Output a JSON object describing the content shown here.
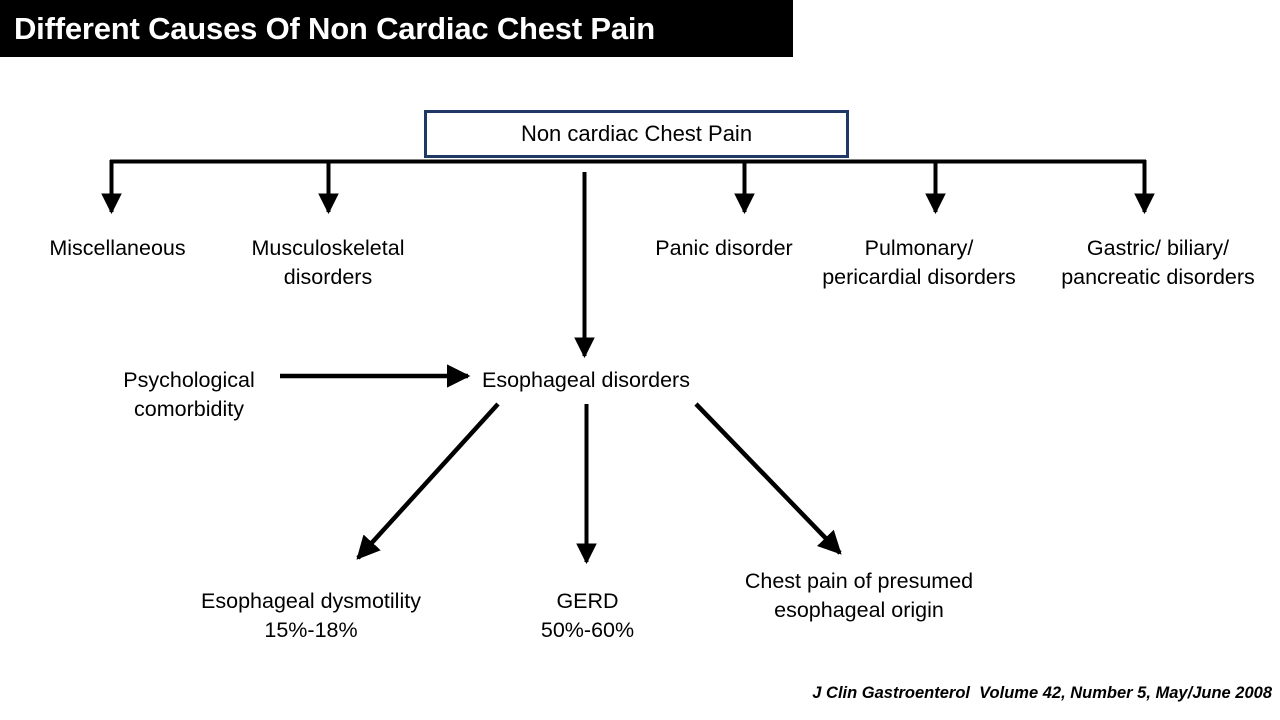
{
  "title": {
    "text": "Different Causes Of Non Cardiac Chest Pain",
    "banner_color": "#000000",
    "text_color": "#ffffff"
  },
  "diagram": {
    "type": "flowchart",
    "root": {
      "label": "Non cardiac Chest  Pain",
      "border_color": "#1F3864",
      "fill_color": "#ffffff"
    },
    "level1": [
      {
        "id": "miscellaneous",
        "label": "Miscellaneous"
      },
      {
        "id": "musculoskeletal",
        "label": "Musculoskeletal\ndisorders"
      },
      {
        "id": "esophageal",
        "label": "Esophageal disorders"
      },
      {
        "id": "panic",
        "label": "Panic disorder"
      },
      {
        "id": "pulmonary",
        "label": "Pulmonary/\npericardial disorders"
      },
      {
        "id": "gastric",
        "label": "Gastric/ biliary/\npancreatic disorders"
      }
    ],
    "side_input": {
      "id": "psychological",
      "label": "Psychological\ncomorbidity",
      "points_to": "esophageal"
    },
    "level2": [
      {
        "id": "dysmotility",
        "label": "Esophageal dysmotility\n15%-18%",
        "percent_range": "15%-18%"
      },
      {
        "id": "gerd",
        "label": "GERD\n50%-60%",
        "percent_range": "50%-60%"
      },
      {
        "id": "presumed",
        "label": "Chest pain of presumed\nesophageal origin",
        "percent_range": ""
      }
    ],
    "arrow_color": "#000000"
  },
  "citation": {
    "text": "J Clin Gastroenterol  Volume 42, Number 5, May/June 2008"
  }
}
